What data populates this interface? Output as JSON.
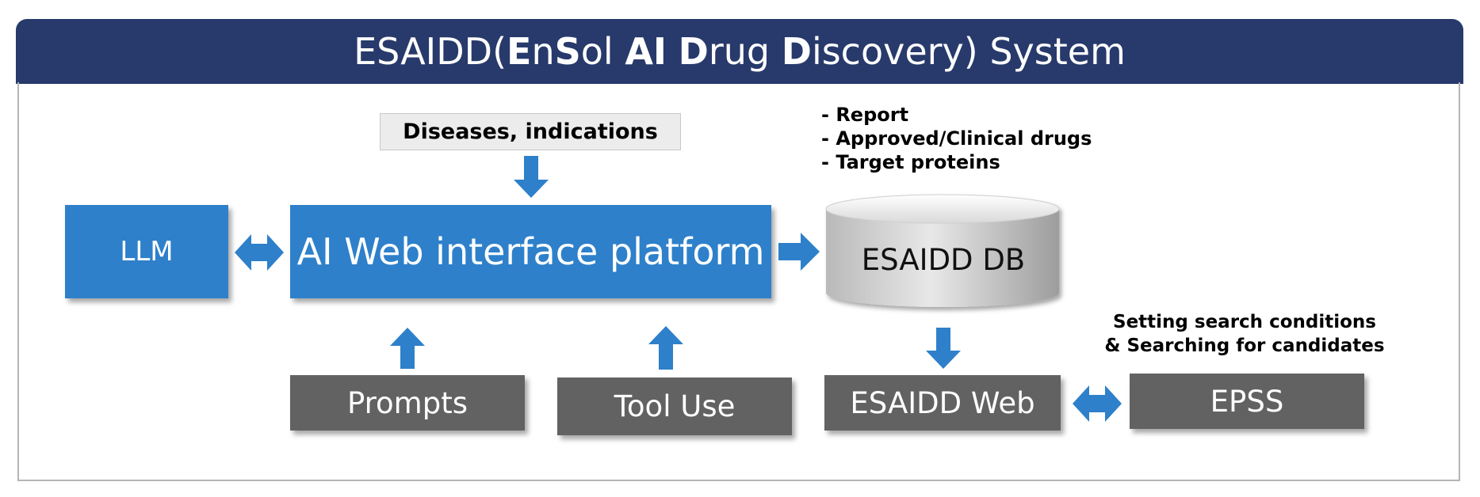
{
  "header": {
    "title_parts": [
      {
        "text": "ESAIDD(",
        "bold": false
      },
      {
        "text": "E",
        "bold": true
      },
      {
        "text": "n",
        "bold": false
      },
      {
        "text": "S",
        "bold": true
      },
      {
        "text": "ol ",
        "bold": false
      },
      {
        "text": "AI",
        "bold": true
      },
      {
        "text": " ",
        "bold": false
      },
      {
        "text": "D",
        "bold": true
      },
      {
        "text": "rug ",
        "bold": false
      },
      {
        "text": "D",
        "bold": true
      },
      {
        "text": "iscovery) System",
        "bold": false
      }
    ]
  },
  "nodes": {
    "llm": "LLM",
    "platform": "AI Web interface platform",
    "diseases": "Diseases, indications",
    "db": "ESAIDD DB",
    "prompts": "Prompts",
    "tool_use": "Tool Use",
    "esaidd_web": "ESAIDD Web",
    "epss": "EPSS"
  },
  "db_contents": [
    "- Report",
    "- Approved/Clinical drugs",
    "- Target proteins"
  ],
  "search_note": [
    "Setting search conditions",
    "& Searching for candidates"
  ],
  "colors": {
    "header_bg": "#283a6b",
    "blue_box": "#2e80ca",
    "gray_box": "#626262",
    "arrow": "#2e80ca"
  }
}
